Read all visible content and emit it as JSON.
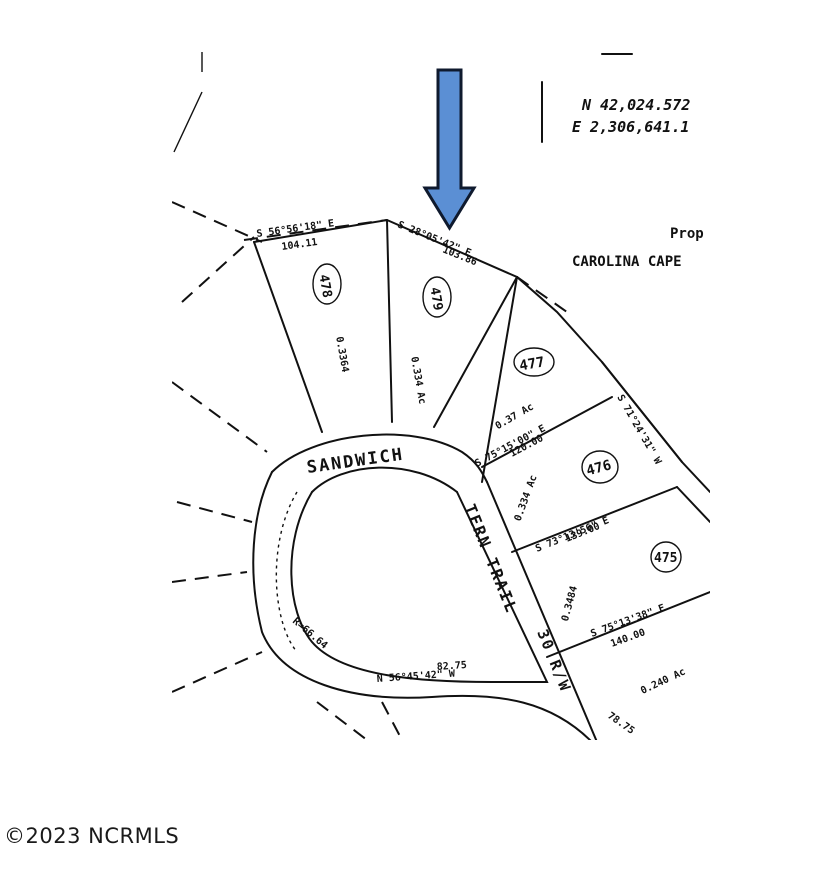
{
  "map": {
    "coordinates": {
      "north": "N 42,024.572",
      "east": "E 2,306,641.1"
    },
    "owner_label_partial": "Prop",
    "owner_label": "CAROLINA CAPE",
    "street_label_1": "SANDWICH",
    "street_label_2": "TERN TRAIL",
    "street_label_rw": "30 R/W",
    "lots": [
      {
        "number": "478",
        "area": "0.3364"
      },
      {
        "number": "479",
        "area": "0.334 Ac"
      },
      {
        "number": "477",
        "area": "0.37 Ac"
      },
      {
        "number": "476",
        "area": "0.334 Ac"
      },
      {
        "number": "475",
        "area": "0.3484"
      }
    ],
    "bearings": {
      "b1": "S 56°56'18\" E",
      "b1_dist": "104.11",
      "b2": "S 28°05'42\" E",
      "b2_dist": "103.86",
      "b3": "S 75°15'00\" E",
      "b3_dist": "120.00",
      "b4": "S 73°13'56\" E",
      "b4_dist": "139.00",
      "b5": "S 75°13'38\" E",
      "b5_dist": "140.00",
      "b6": "N 56°45'42\" W",
      "b6_dist": "82.75",
      "b7": "S 71°24'31\" W",
      "radius": "R=66.64",
      "curve_dist": "78.75",
      "lot_extra": "0.240 Ac"
    },
    "marker": {
      "color": "#5b8fd4",
      "direction": "down"
    }
  },
  "footer": {
    "copyright": "©2023 NCRMLS"
  }
}
